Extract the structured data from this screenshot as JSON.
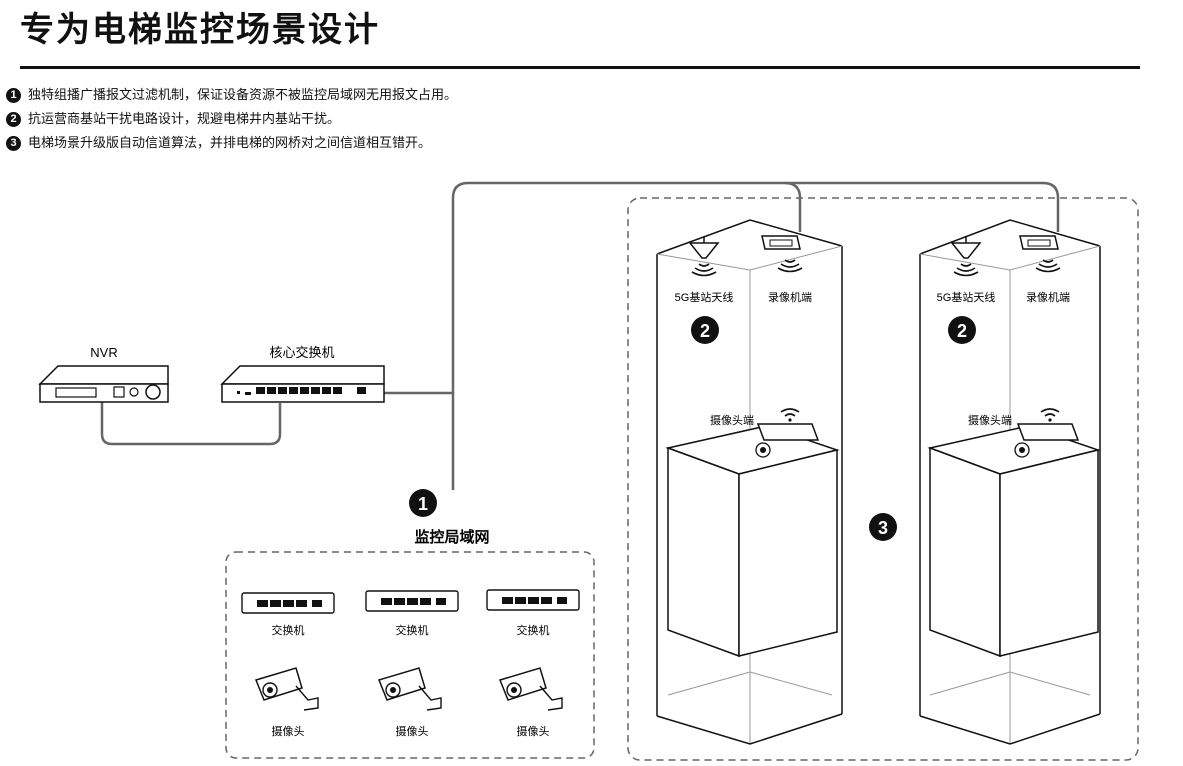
{
  "title": "专为电梯监控场景设计",
  "features": [
    {
      "num": "1",
      "text": "独特组播广播报文过滤机制，保证设备资源不被监控局域网无用报文占用。"
    },
    {
      "num": "2",
      "text": "抗运营商基站干扰电路设计，规避电梯井内基站干扰。"
    },
    {
      "num": "3",
      "text": "电梯场景升级版自动信道算法，并排电梯的网桥对之间信道相互错开。"
    }
  ],
  "diagram": {
    "nvr_label": "NVR",
    "core_switch_label": "核心交换机",
    "lan_label": "监控局域网",
    "lan_badge": "1",
    "switch_label": "交换机",
    "camera_label": "摄像头",
    "elevator_badge": "3",
    "shafts": [
      {
        "antenna_label": "5G基站天线",
        "recorder_label": "录像机端",
        "camera_end_label": "摄像头端",
        "badge": "2"
      },
      {
        "antenna_label": "5G基站天线",
        "recorder_label": "录像机端",
        "camera_end_label": "摄像头端",
        "badge": "2"
      }
    ]
  }
}
